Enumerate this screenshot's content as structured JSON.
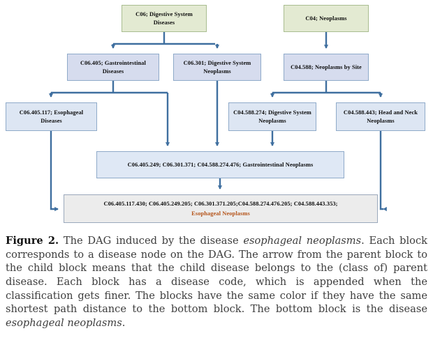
{
  "figure": {
    "number": "Figure 2.",
    "caption_part1": " The DAG induced by the disease ",
    "caption_em1": "esophageal neoplasms",
    "caption_part2": ". Each block corresponds to a disease node on the DAG. The arrow from the parent block to the child block means that the child disease belongs to the (class of) parent disease. Each block has a disease code, which is appended when the classification gets finer. The blocks have the same color if they have the same shortest path distance to the bottom block. The bottom block is the disease ",
    "caption_em2": "esophageal neoplasms",
    "caption_part3": "."
  },
  "colors": {
    "level0_fill": "#e3ead2",
    "level0_border": "#a9bd90",
    "level1_fill": "#d6dcee",
    "level2_fill": "#dde6f3",
    "level3_fill": "#dfe8f5",
    "bottom_fill": "#ececec",
    "node_border": "#8faac9",
    "arrow": "#3f6f9f",
    "highlight_text": "#b5541a",
    "caption_text": "#3d3d3d"
  },
  "diagram": {
    "type": "dag",
    "nodes": [
      {
        "id": "c06",
        "level": 0,
        "label": "C06; Digestive System Diseases"
      },
      {
        "id": "c04",
        "level": 0,
        "label": "C04; Neoplasms"
      },
      {
        "id": "c06405",
        "level": 1,
        "label": "C06.405; Gastrointestinal Diseases"
      },
      {
        "id": "c06301",
        "level": 1,
        "label": "C06.301; Digestive System Neoplasms"
      },
      {
        "id": "c04588",
        "level": 1,
        "label": "C04.588; Neoplasms by Site"
      },
      {
        "id": "c06405117",
        "level": 2,
        "label": "C06.405.117; Esophageal Diseases"
      },
      {
        "id": "c04588274",
        "level": 2,
        "label": "C04.588.274; Digestive System Neoplasms"
      },
      {
        "id": "c04588443",
        "level": 2,
        "label": "C04.588.443; Head and Neck Neoplasms"
      },
      {
        "id": "gastro",
        "level": 3,
        "label": "C06.405.249; C06.301.371; C04.588.274.476; Gastrointestinal Neoplasms"
      },
      {
        "id": "esoph",
        "level": 4,
        "label_line1": "C06.405.117.430; C06.405.249.205; C06.301.371.205;C04.588.274.476.205; C04.588.443.353;",
        "label_line2": "Esophageal Neoplasms"
      }
    ],
    "edges": [
      {
        "from": "c06",
        "to": "c06405"
      },
      {
        "from": "c06",
        "to": "c06301"
      },
      {
        "from": "c04",
        "to": "c04588"
      },
      {
        "from": "c06405",
        "to": "c06405117"
      },
      {
        "from": "c06405",
        "to": "gastro"
      },
      {
        "from": "c06301",
        "to": "gastro"
      },
      {
        "from": "c04588",
        "to": "c04588274"
      },
      {
        "from": "c04588",
        "to": "c04588443"
      },
      {
        "from": "c04588274",
        "to": "gastro"
      },
      {
        "from": "c06405117",
        "to": "esoph"
      },
      {
        "from": "c04588443",
        "to": "esoph"
      },
      {
        "from": "gastro",
        "to": "esoph"
      }
    ]
  }
}
